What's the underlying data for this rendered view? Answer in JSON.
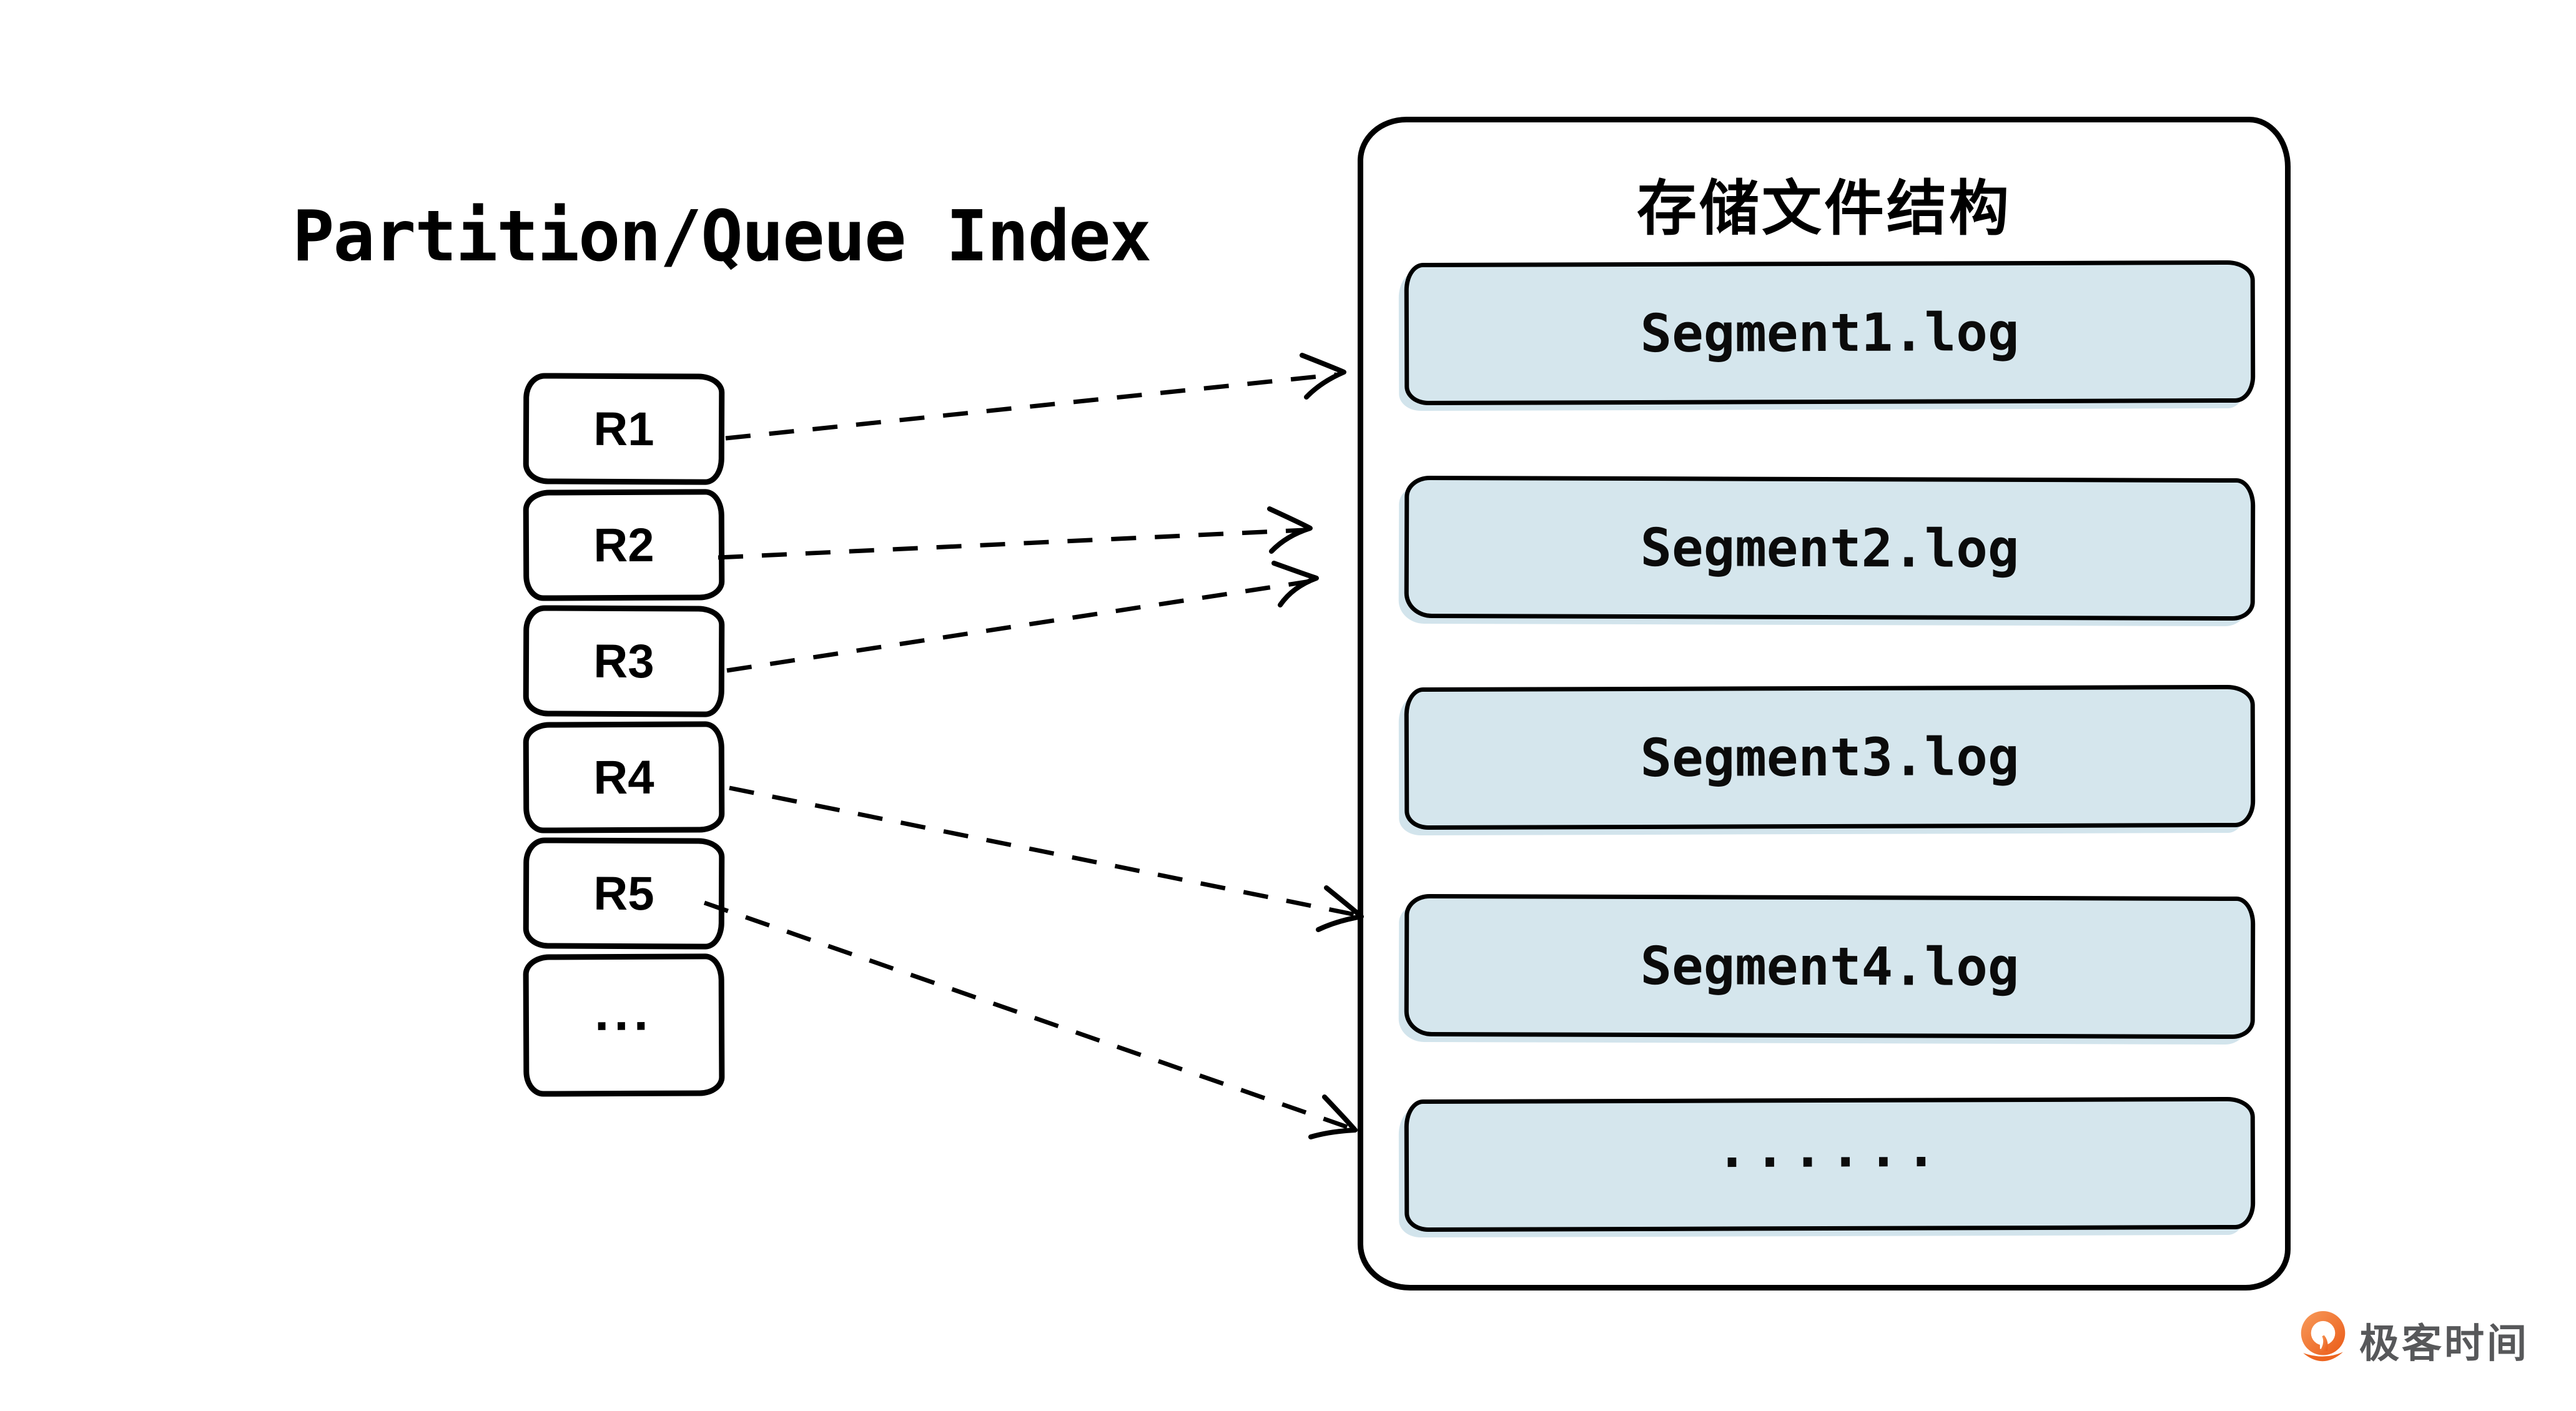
{
  "diagram": {
    "left": {
      "title": "Partition/Queue Index",
      "nodes": [
        {
          "label": "R1"
        },
        {
          "label": "R2"
        },
        {
          "label": "R3"
        },
        {
          "label": "R4"
        },
        {
          "label": "R5"
        },
        {
          "label": "..."
        }
      ]
    },
    "right": {
      "title": "存储文件结构",
      "segments": [
        {
          "label": "Segment1.log"
        },
        {
          "label": "Segment2.log"
        },
        {
          "label": "Segment3.log"
        },
        {
          "label": "Segment4.log"
        },
        {
          "label": "......"
        }
      ]
    },
    "edges": [
      {
        "from": "R1",
        "to": "Segment1.log"
      },
      {
        "from": "R2",
        "to": "Segment2.log"
      },
      {
        "from": "R3",
        "to": "Segment2.log"
      },
      {
        "from": "R4",
        "to": "Segment4.log"
      },
      {
        "from": "R5",
        "to": "......"
      }
    ],
    "colors": {
      "stroke": "#000000",
      "segment_fill": "#d5e6ed",
      "logo_orange": "#ed6520",
      "logo_text_color": "#57585a"
    },
    "logo": {
      "text": "极客时间"
    }
  }
}
